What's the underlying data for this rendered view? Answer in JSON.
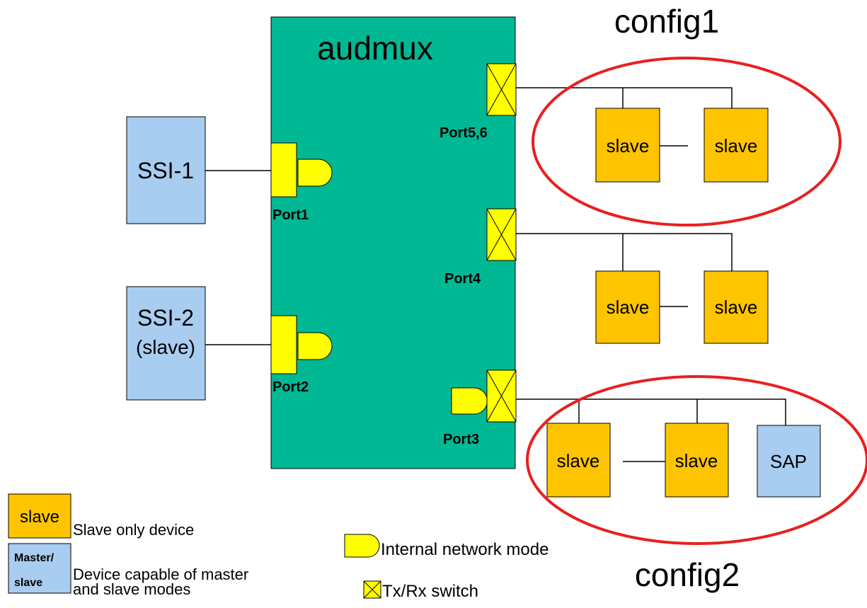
{
  "colors": {
    "audmux": "#00b894",
    "slave": "#ffc400",
    "master": "#a9cdf0",
    "port": "#ffff00",
    "ellipse": "#e82020",
    "line": "#000000"
  },
  "audmux": {
    "title": "audmux"
  },
  "ssi": [
    {
      "label": "SSI-1"
    },
    {
      "label": "SSI-2",
      "sublabel": "(slave)"
    }
  ],
  "ports": {
    "port1": "Port1",
    "port2": "Port2",
    "port3": "Port3",
    "port4": "Port4",
    "port56": "Port5,6"
  },
  "devices": {
    "slave": "slave",
    "sap": "SAP"
  },
  "configs": {
    "config1": "config1",
    "config2": "config2"
  },
  "legend": {
    "slave_box": "slave",
    "slave_desc": "Slave only device",
    "master_box_line1": "Master/",
    "master_box_line2": "slave",
    "master_desc_line1": "Device capable of master",
    "master_desc_line2": "and slave modes",
    "internal_network": "Internal network mode",
    "txrx_switch": "Tx/Rx switch"
  }
}
